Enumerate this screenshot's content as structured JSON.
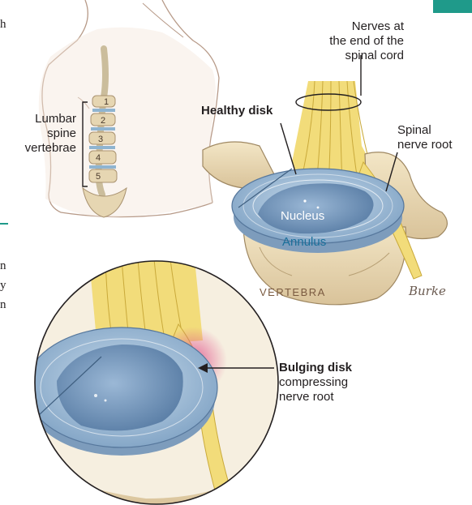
{
  "labels": {
    "nerves": "Nerves at\nthe end of the\nspinal cord",
    "lumbar": "Lumbar\nspine\nvertebrae",
    "healthy_disk": "Healthy disk",
    "spinal_root": "Spinal\nnerve root",
    "nucleus": "Nucleus",
    "annulus": "Annulus",
    "vertebra": "VERTEBRA",
    "bulging_title": "Bulging disk",
    "bulging_desc": "compressing\nnerve root"
  },
  "vertebra_numbers": [
    "1",
    "2",
    "3",
    "4",
    "5"
  ],
  "signature": "Burke",
  "cut_text": [
    "h",
    "n",
    "y",
    "n"
  ],
  "colors": {
    "accent_teal": "#1f9a8a",
    "disk_blue": "#8fb4d0",
    "nucleus_blue": "#6f92b8",
    "bone": "#e8d8b4",
    "nerve_yellow": "#f2dc7a",
    "inflammation": "#e0508a"
  }
}
